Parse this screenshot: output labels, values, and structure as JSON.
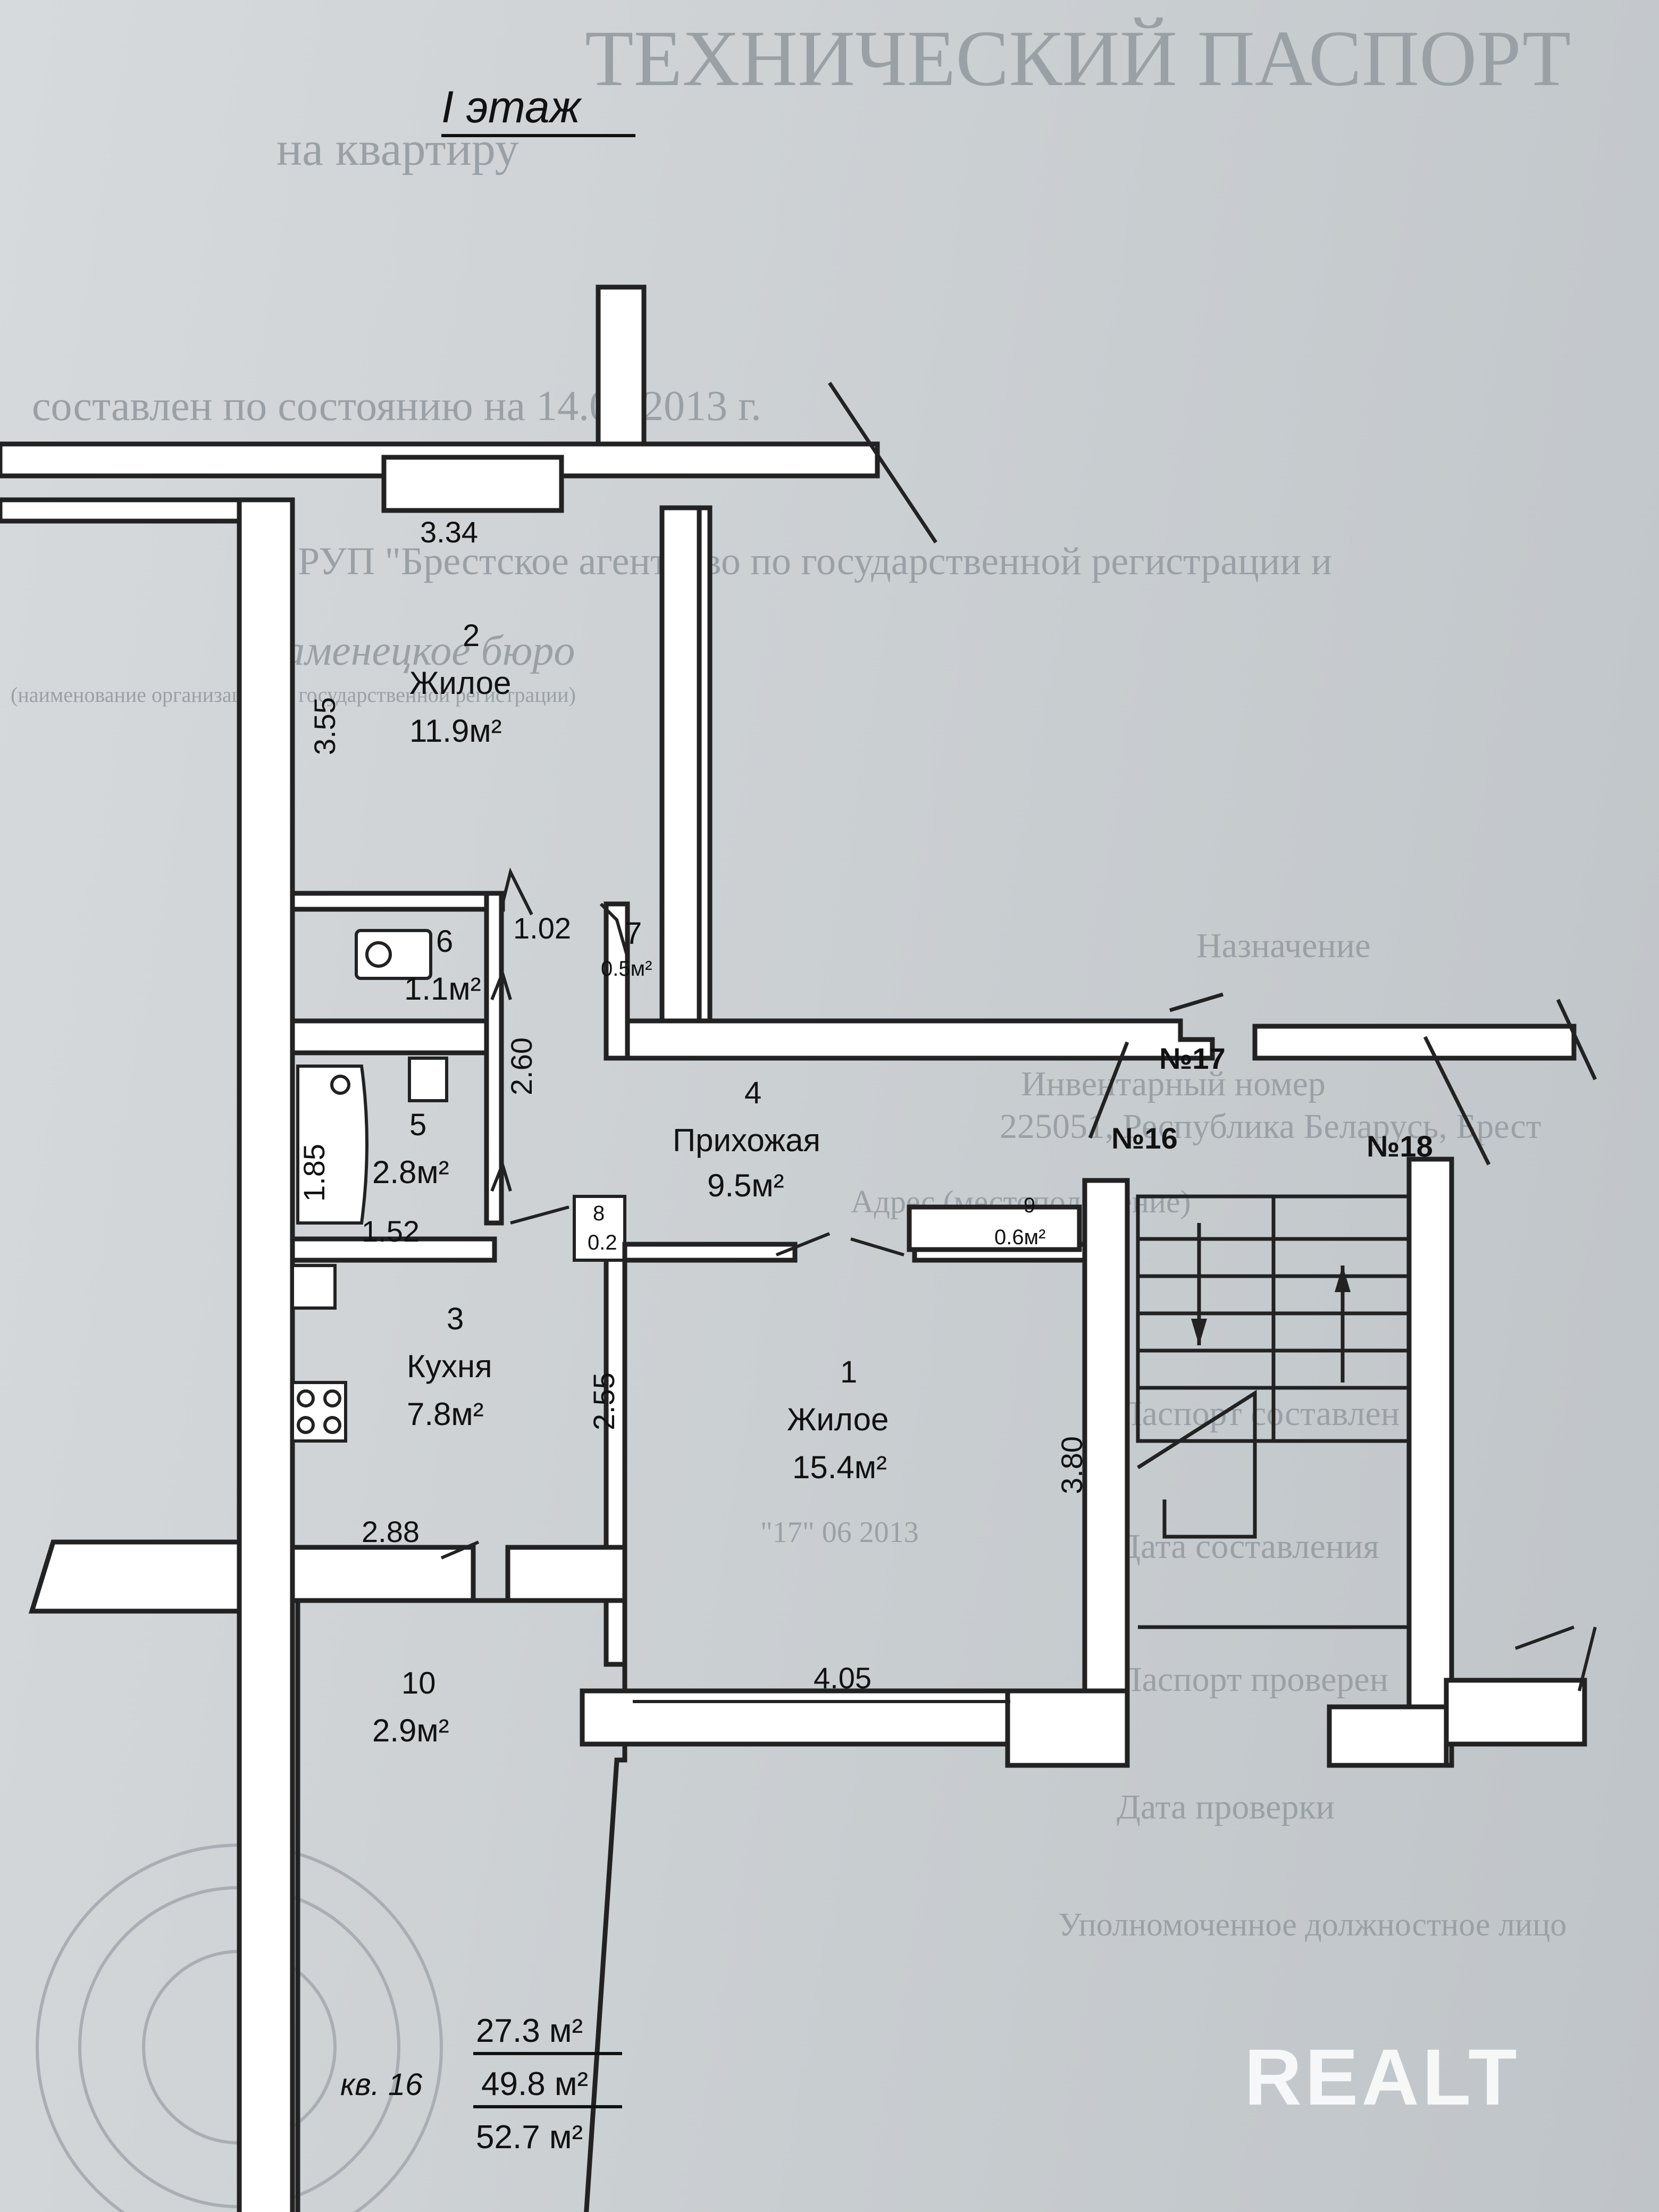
{
  "title": "I этаж",
  "background_text": {
    "header": "ТЕХНИЧЕСКИЙ ПАСПОРТ",
    "subheader": "на квартиру",
    "compiled": "составлен по состоянию на 14.06.2013 г.",
    "agency": "РУП \"Брестское агентство по государственной регистрации и",
    "branch": "Каменецкое бюро",
    "caption_name": "(наименование организации по государственной регистрации)",
    "label_purpose": "Назначение",
    "label_inventory": "Инвентарный номер",
    "address": "225051, Республика Беларусь, Брест",
    "label_address": "Адрес (местоположение)",
    "label_passport": "Паспорт составлен",
    "label_date": "Дата составления",
    "label_checked": "Паспорт проверен",
    "label_check_date": "Дата проверки",
    "label_official": "Уполномоченное должностное лицо",
    "date_value": "\"17\"   06   2013"
  },
  "rooms": [
    {
      "id": "1",
      "name": "Жилое",
      "area": "15.4м²"
    },
    {
      "id": "2",
      "name": "Жилое",
      "area": "11.9м²"
    },
    {
      "id": "3",
      "name": "Кухня",
      "area": "7.8м²"
    },
    {
      "id": "4",
      "name": "Прихожая",
      "area": "9.5м²"
    },
    {
      "id": "5",
      "name": "",
      "area": "2.8м²"
    },
    {
      "id": "6",
      "name": "",
      "area": "1.1м²"
    },
    {
      "id": "7",
      "name": "",
      "area": "0.5м²"
    },
    {
      "id": "8",
      "name": "",
      "area": "0.2"
    },
    {
      "id": "9",
      "name": "",
      "area": "0.6м²"
    },
    {
      "id": "10",
      "name": "",
      "area": "2.9м²"
    }
  ],
  "dimensions": {
    "d_334": "3.34",
    "d_355": "3.55",
    "d_102": "1.02",
    "d_260": "2.60",
    "d_185": "1.85",
    "d_152": "1.52",
    "d_255": "2.55",
    "d_288": "2.88",
    "d_380": "3.80",
    "d_405": "4.05"
  },
  "apartments": {
    "a16": "№16",
    "a17": "№17",
    "a18": "№18"
  },
  "summary": {
    "label": "кв. 16",
    "living": "27.3 м²",
    "total": "49.8 м²",
    "with_balcony": "52.7 м²"
  },
  "watermark": "REALT",
  "colors": {
    "wall_fill": "#ffffff",
    "line": "#222222",
    "paper": "#cfd3d6"
  }
}
